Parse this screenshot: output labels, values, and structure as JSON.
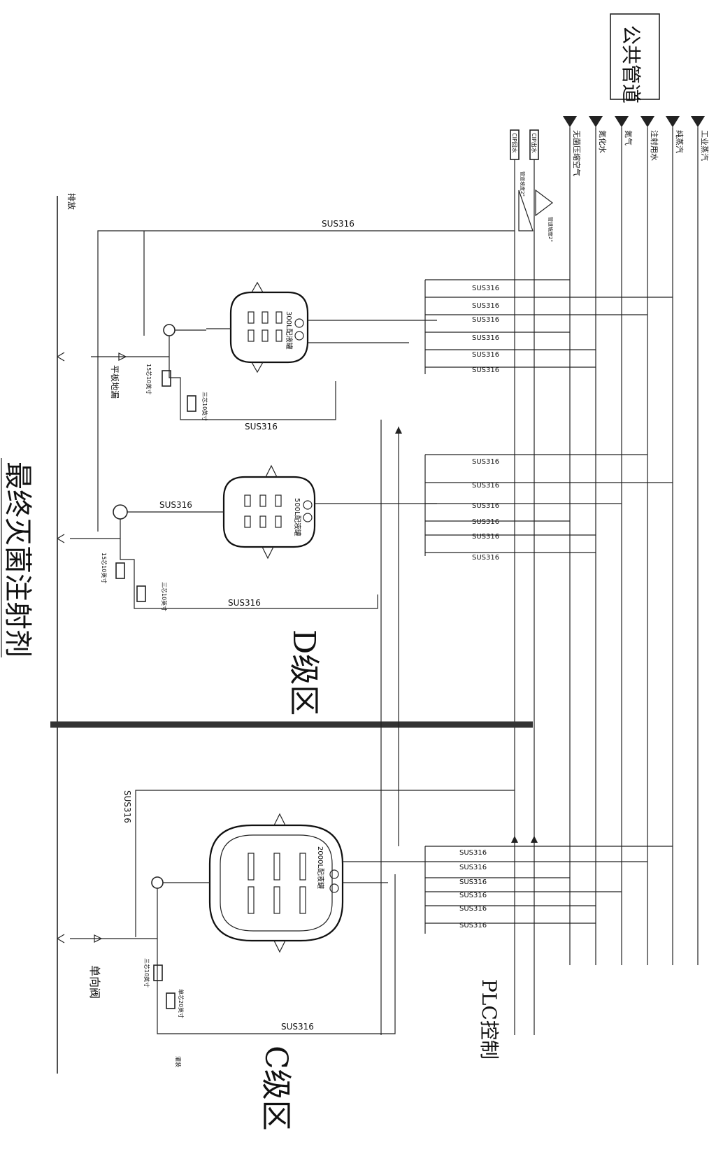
{
  "header": {
    "title": "最终灭菌注射剂",
    "public_pipe_box": "公共管道"
  },
  "utility_lines": [
    {
      "label": "无菌压缩空气"
    },
    {
      "label": "氮化水"
    },
    {
      "label": "氮气"
    },
    {
      "label": "注射用水"
    },
    {
      "label": "纯蒸汽"
    },
    {
      "label": "工业蒸汽"
    }
  ],
  "cip": {
    "return_label": "CIP回水",
    "supply_label": "CIP出水",
    "slope_a": "管道坡度2°",
    "slope_b": "管道坡度2°"
  },
  "left_labels": {
    "drain": "排放",
    "floor_drain": "平板地漏",
    "check_valve": "单向阀"
  },
  "tanks": [
    {
      "id": "t300",
      "label": "300L配液罐"
    },
    {
      "id": "t500",
      "label": "500L配液罐"
    },
    {
      "id": "t2000",
      "label": "2000L配液罐"
    }
  ],
  "filters": {
    "f1": "15芯10英寸",
    "f2": "三芯10英寸",
    "f3": "15芯10英寸",
    "f4": "三芯10英寸",
    "f5": "三芯10英寸",
    "f6": "单芯20英寸",
    "fill": "灌装"
  },
  "material": "SUS316",
  "zones": {
    "d": "D级区",
    "c": "C级区",
    "plc": "PLC控制"
  },
  "colors": {
    "line": "#222222",
    "divider": "#333333",
    "background": "#ffffff"
  }
}
